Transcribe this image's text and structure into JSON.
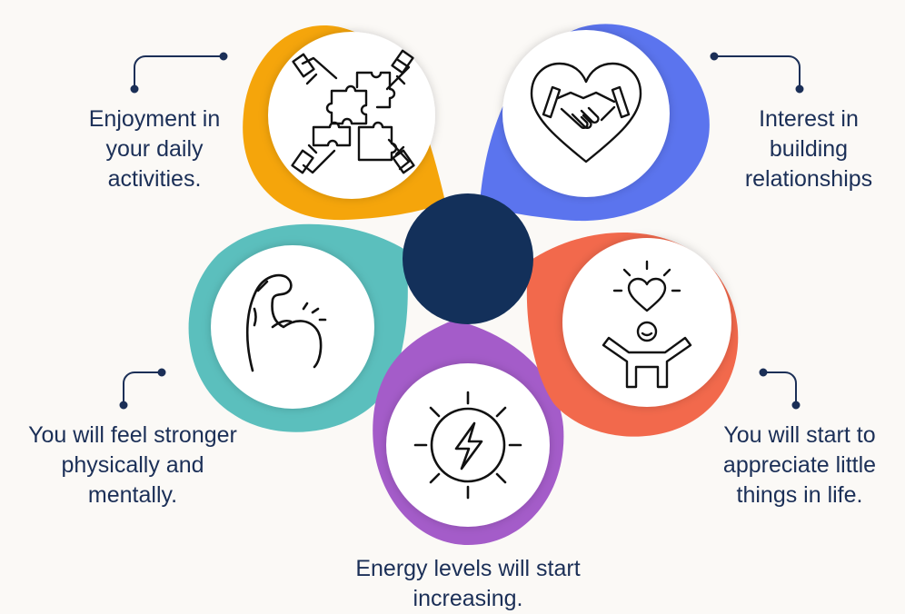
{
  "colors": {
    "background": "#fbf9f6",
    "center": "#13305a",
    "text": "#1b2f57",
    "icon_stroke": "#111111",
    "connector": "#1b2f57"
  },
  "petals": [
    {
      "id": "enjoyment",
      "color": "#f5a50b",
      "icon": "puzzle-hands-icon",
      "label": "Enjoyment in\nyour daily\nactivities."
    },
    {
      "id": "relationships",
      "color": "#5b74ee",
      "icon": "heart-handshake-icon",
      "label": "Interest in\nbuilding\nrelationships"
    },
    {
      "id": "appreciate",
      "color": "#f2694c",
      "icon": "person-heart-icon",
      "label": "You will start to\nappreciate little\nthings in life."
    },
    {
      "id": "energy",
      "color": "#a45cc9",
      "icon": "lightning-sun-icon",
      "label": "Energy levels will start\nincreasing."
    },
    {
      "id": "stronger",
      "color": "#5bbfbd",
      "icon": "flexed-arm-icon",
      "label": "You will feel stronger\nphysically and\nmentally."
    }
  ]
}
